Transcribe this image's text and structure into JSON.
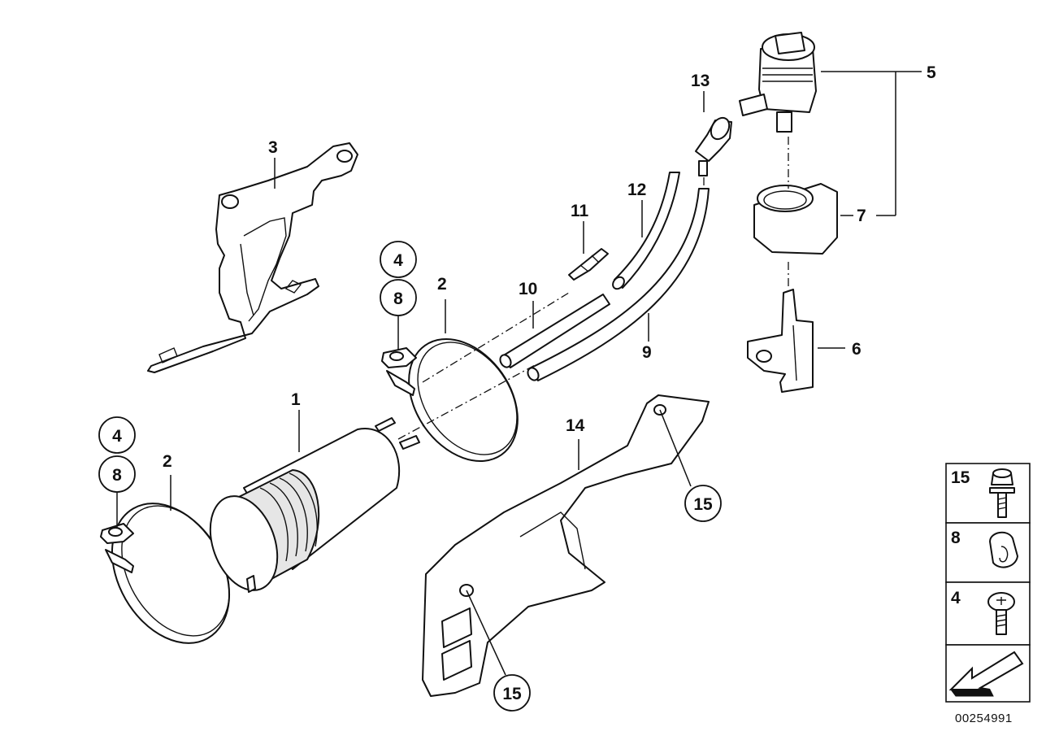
{
  "callouts": {
    "c1": "1",
    "c2a": "2",
    "c2b": "2",
    "c3": "3",
    "c4a": "4",
    "c4b": "4",
    "c5": "5",
    "c6": "6",
    "c7": "7",
    "c8a": "8",
    "c8b": "8",
    "c9": "9",
    "c10": "10",
    "c11": "11",
    "c12": "12",
    "c13": "13",
    "c14": "14",
    "c15a": "15",
    "c15b": "15"
  },
  "legend": {
    "items": [
      {
        "number": "15",
        "icon": "bolt-with-washer-icon"
      },
      {
        "number": "8",
        "icon": "rubber-grommet-icon"
      },
      {
        "number": "4",
        "icon": "screw-icon"
      }
    ],
    "arrow_icon": "direction-arrow-icon"
  },
  "document_number": "00254991"
}
